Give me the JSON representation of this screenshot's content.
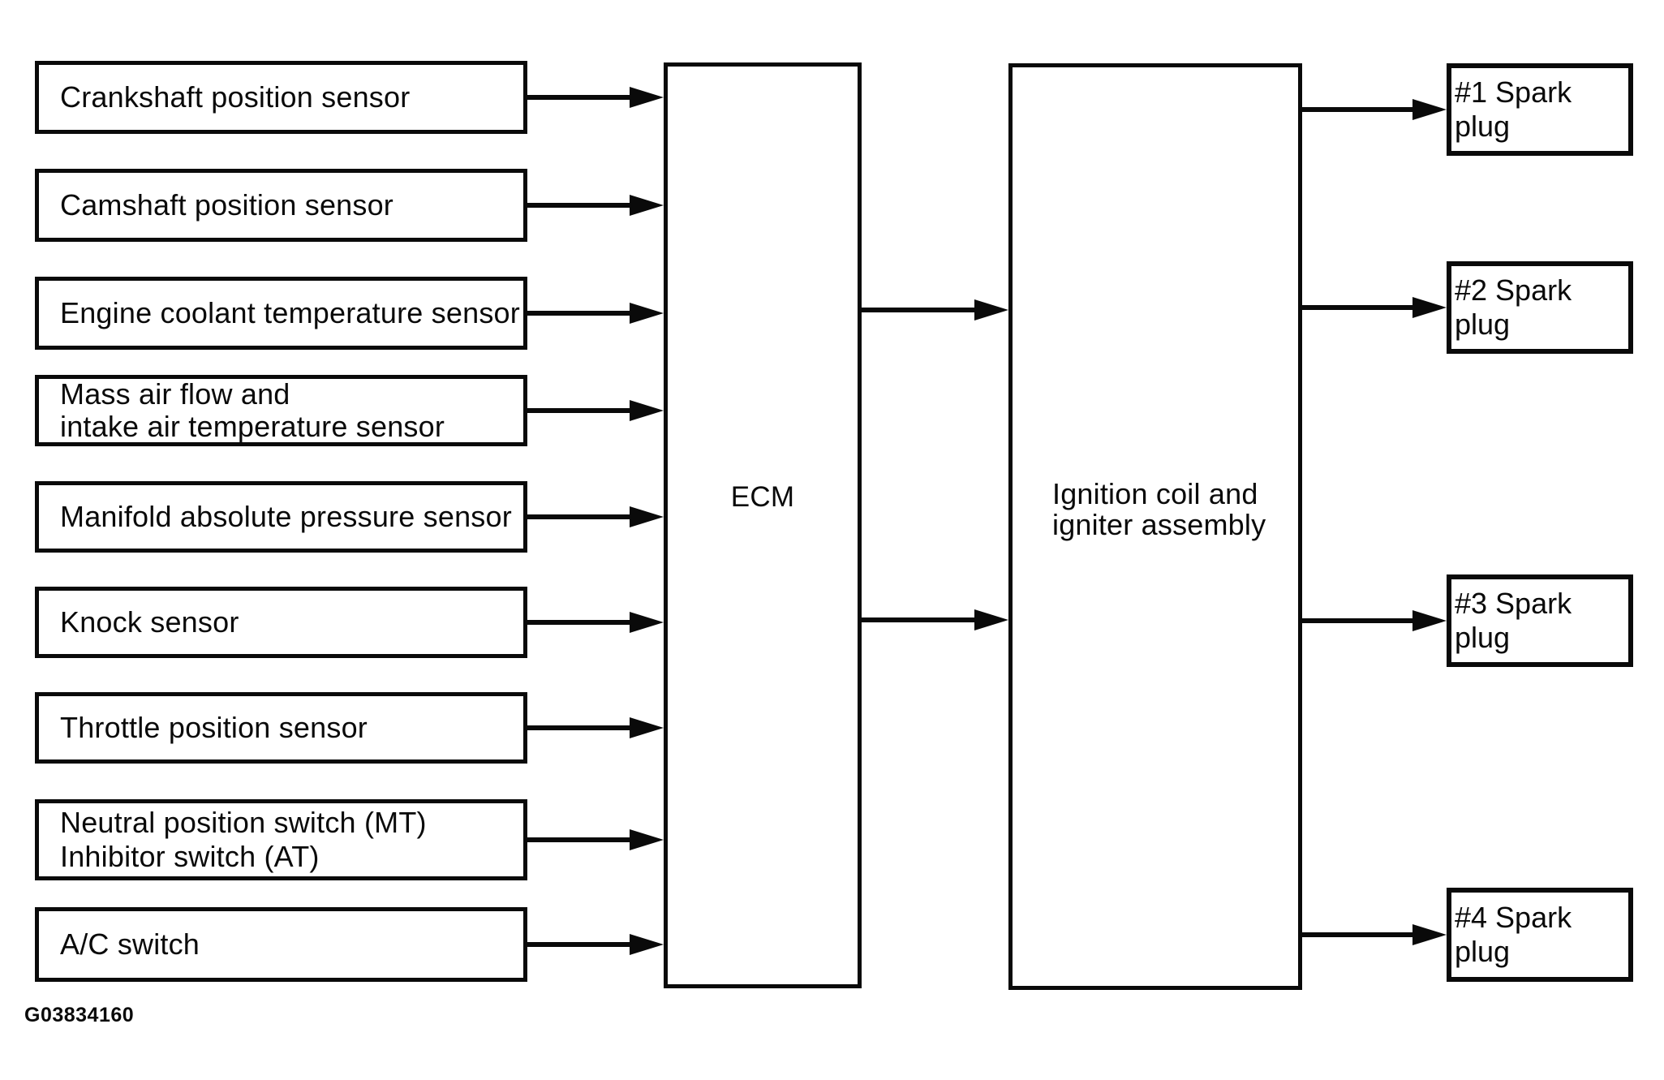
{
  "diagram": {
    "title_semantic": "Engine ignition system block diagram",
    "caption": "G03834160",
    "sensors": [
      {
        "label": "Crankshaft position sensor"
      },
      {
        "label": "Camshaft position sensor"
      },
      {
        "label": "Engine coolant temperature sensor"
      },
      {
        "label": "Mass air flow and\nintake air temperature sensor"
      },
      {
        "label": "Manifold absolute pressure sensor"
      },
      {
        "label": "Knock sensor"
      },
      {
        "label": "Throttle position sensor"
      },
      {
        "label": "Neutral position switch (MT)\nInhibitor switch (AT)"
      },
      {
        "label": "A/C switch"
      }
    ],
    "ecm": {
      "label": "ECM"
    },
    "ignition": {
      "label": "Ignition coil and\nigniter assembly"
    },
    "spark_plugs": [
      {
        "label": "#1 Spark plug"
      },
      {
        "label": "#2 Spark plug"
      },
      {
        "label": "#3 Spark plug"
      },
      {
        "label": "#4 Spark plug"
      }
    ],
    "colors": {
      "line": "#0a0a0a",
      "background": "#ffffff"
    }
  }
}
